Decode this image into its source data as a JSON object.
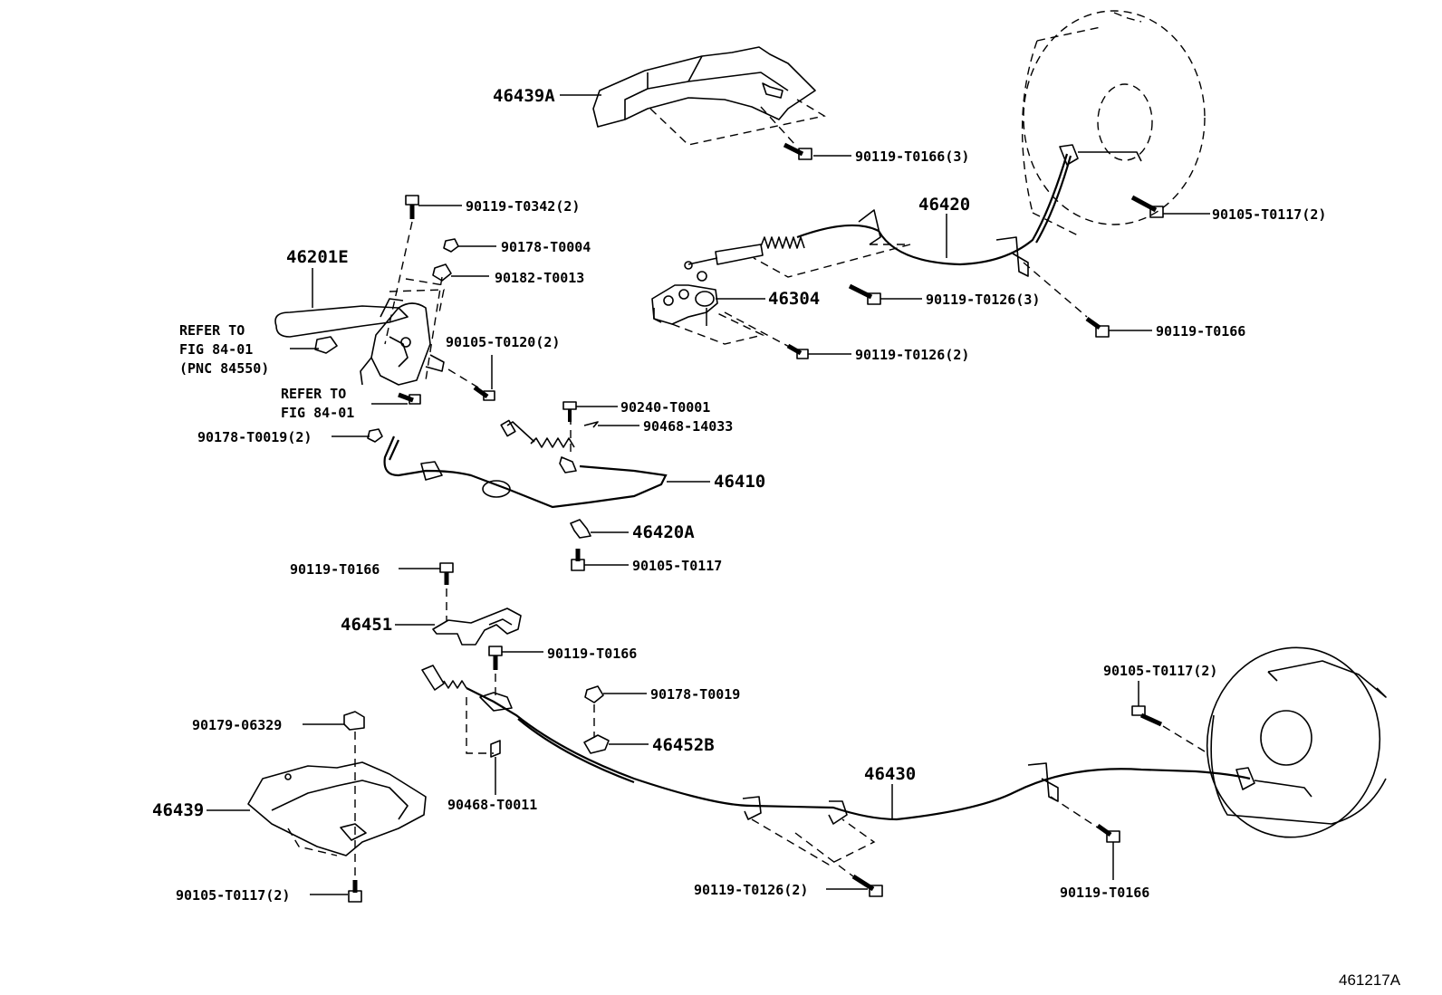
{
  "labels": {
    "p46439A": "46439A",
    "p90119T0166_3": "90119-T0166(3)",
    "p90105T0117_2_top": "90105-T0117(2)",
    "p46420": "46420",
    "p90119T0342_2": "90119-T0342(2)",
    "p90178T0004": "90178-T0004",
    "p90182T0013": "90182-T0013",
    "p46201E": "46201E",
    "ref1_line1": "REFER TO",
    "ref1_line2": "FIG 84-01",
    "ref1_line3": "(PNC 84550)",
    "p90105T0120_2": "90105-T0120(2)",
    "ref2_line1": "REFER TO",
    "ref2_line2": "FIG 84-01",
    "p46304": "46304",
    "p90119T0126_3": "90119-T0126(3)",
    "p90119T0166_right": "90119-T0166",
    "p90119T0126_2_top": "90119-T0126(2)",
    "p90240T0001": "90240-T0001",
    "p9046814033": "90468-14033",
    "p90178T0019_2": "90178-T0019(2)",
    "p46410": "46410",
    "p46420A": "46420A",
    "p90105T0117_mid": "90105-T0117",
    "p90119T0166_mid": "90119-T0166",
    "p46451": "46451",
    "p90119T0166_low": "90119-T0166",
    "p90178T0019": "90178-T0019",
    "p90105T0117_2_right": "90105-T0117(2)",
    "p9017906329": "90179-06329",
    "p46452B": "46452B",
    "p46430": "46430",
    "p90468T0011": "90468-T0011",
    "p46439": "46439",
    "p90105T0117_2_bottom": "90105-T0117(2)",
    "p90119T0126_2_bottom": "90119-T0126(2)",
    "p90119T0166_bottom": "90119-T0166",
    "figure_code": "461217A"
  }
}
